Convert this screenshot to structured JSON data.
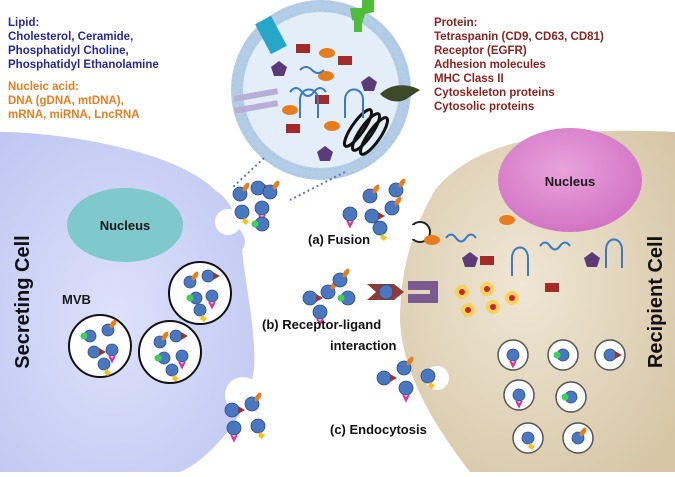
{
  "lipid": {
    "heading": "Lipid:",
    "lines": [
      "Cholesterol, Ceramide,",
      "Phosphatidyl Choline,",
      "Phosphatidyl Ethanolamine"
    ],
    "color": "#27289a"
  },
  "nucleic": {
    "heading": "Nucleic acid:",
    "lines": [
      "DNA (gDNA, mtDNA),",
      "mRNA, miRNA, LncRNA"
    ],
    "color": "#e67e22"
  },
  "protein": {
    "heading": "Protein:",
    "lines": [
      "Tetraspanin (CD9, CD63, CD81)",
      "Receptor (EGFR)",
      "Adhesion molecules",
      "MHC Class II",
      "Cytoskeleton proteins",
      "Cytosolic proteins"
    ],
    "color": "#8b2323"
  },
  "cells": {
    "secreting": "Secreting Cell",
    "recipient": "Recipient Cell",
    "nucleus": "Nucleus",
    "mvb": "MVB"
  },
  "pathways": {
    "fusion": "(a)  Fusion",
    "receptor_1": "(b)  Receptor-ligand",
    "receptor_2": "interaction",
    "endocytosis": "(c)  Endocytosis"
  },
  "colors": {
    "secreting_cell": "#cdd3f7",
    "recipient_cell": "#e4d8c0",
    "secreting_nucleus": "#7fc8cc",
    "recipient_nucleus": "#d977c9",
    "exosome": "#4a78c0",
    "membrane": "#b7cfe6"
  }
}
